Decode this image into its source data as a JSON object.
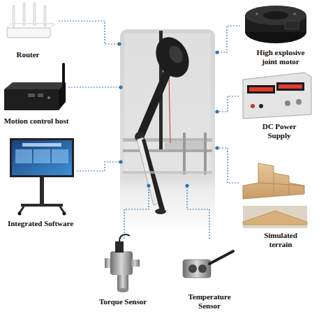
{
  "diagram": {
    "labels": [
      "Router",
      "High explosive joint motor",
      "Motion control host",
      "DC Power Supply",
      "Integrated Software",
      "Simulated terrain",
      "Torque Sensor",
      "Temperature Sensor"
    ]
  }
}
